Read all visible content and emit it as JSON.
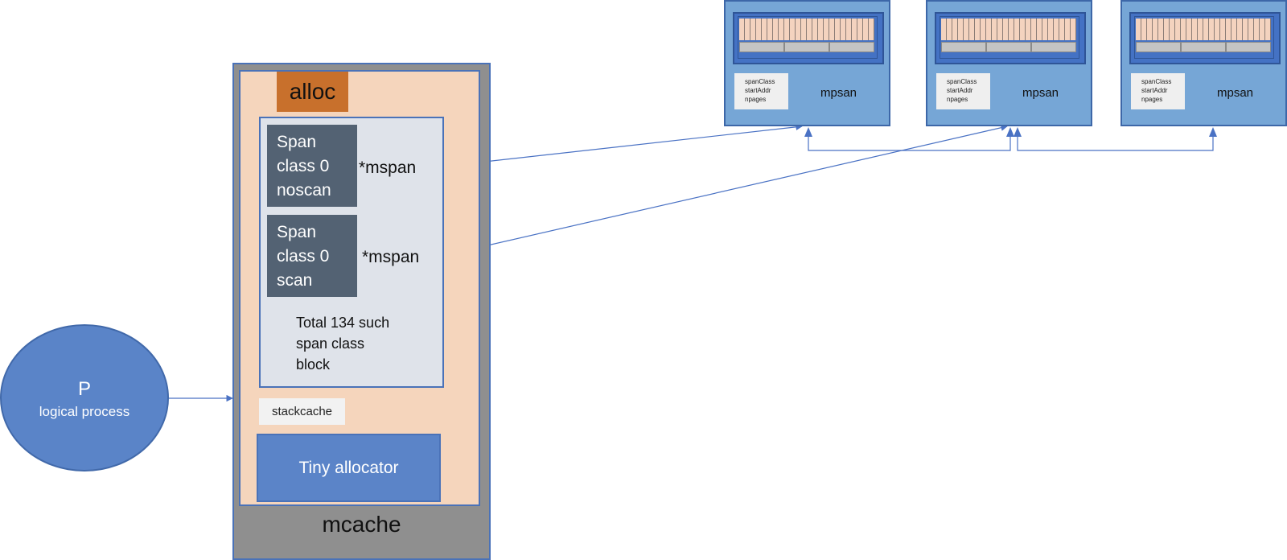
{
  "mcache": {
    "label": "mcache",
    "alloc_label": "alloc",
    "span_classes": [
      {
        "lines": [
          "Span",
          "class 0",
          "noscan"
        ],
        "pointer_label": "*mspan"
      },
      {
        "lines": [
          "Span",
          "class 0",
          "scan"
        ],
        "pointer_label": "*mspan"
      }
    ],
    "total_lines": [
      "Total 134 such",
      "span class",
      "block"
    ],
    "stackcache_label": "stackcache",
    "tiny_label": "Tiny allocator"
  },
  "processor": {
    "letter": "P",
    "subtitle": "logical process"
  },
  "mspans": [
    {
      "name": "mpsan",
      "fields": [
        "spanClass",
        "startAddr",
        "npages"
      ]
    },
    {
      "name": "mpsan",
      "fields": [
        "spanClass",
        "startAddr",
        "npages"
      ]
    },
    {
      "name": "mpsan",
      "fields": [
        "spanClass",
        "startAddr",
        "npages"
      ]
    }
  ],
  "colors": {
    "connector": "#4a72c4",
    "mspan_card": "#76a6d6",
    "mcache_bg": "#8f8f8f",
    "inner_bg": "#f5d5bc",
    "alloc": "#c8702c",
    "span_box": "#536273",
    "tiny": "#5b84c8"
  }
}
